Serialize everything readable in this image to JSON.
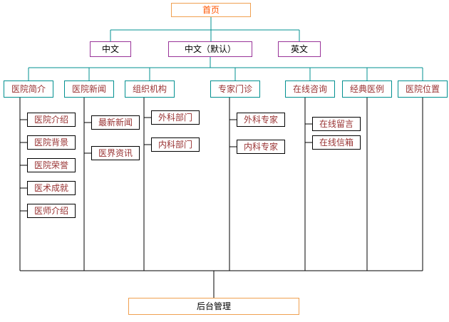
{
  "colors": {
    "background": "#ffffff",
    "line_teal": "#009090",
    "line_black": "#000000",
    "root_border": "#f0a050",
    "root_text": "#ff5500",
    "lang_border": "#993399",
    "lang_text": "#000000",
    "section_border": "#009090",
    "section_text": "#993333",
    "child_border": "#000000",
    "child_text": "#993333",
    "footer_border": "#f0a050",
    "footer_text": "#000000"
  },
  "tree": {
    "root": {
      "label": "首页"
    },
    "languages": [
      {
        "label": "中文"
      },
      {
        "label": "中文（默认）"
      },
      {
        "label": "英文"
      }
    ],
    "sections": [
      {
        "label": "医院简介",
        "children": [
          "医院介绍",
          "医院背景",
          "医院荣誉",
          "医术成就",
          "医师介绍"
        ]
      },
      {
        "label": "医院新闻",
        "children": [
          "最新新闻",
          "医界资讯"
        ]
      },
      {
        "label": "组织机构",
        "children": [
          "外科部门",
          "内科部门"
        ]
      },
      {
        "label": "专家门诊",
        "children": [
          "外科专家",
          "内科专家"
        ]
      },
      {
        "label": "在线咨询",
        "children": [
          "在线留言",
          "在线信箱"
        ]
      },
      {
        "label": "经典医例",
        "children": []
      },
      {
        "label": "医院位置",
        "children": []
      }
    ],
    "footer": {
      "label": "后台管理"
    }
  }
}
